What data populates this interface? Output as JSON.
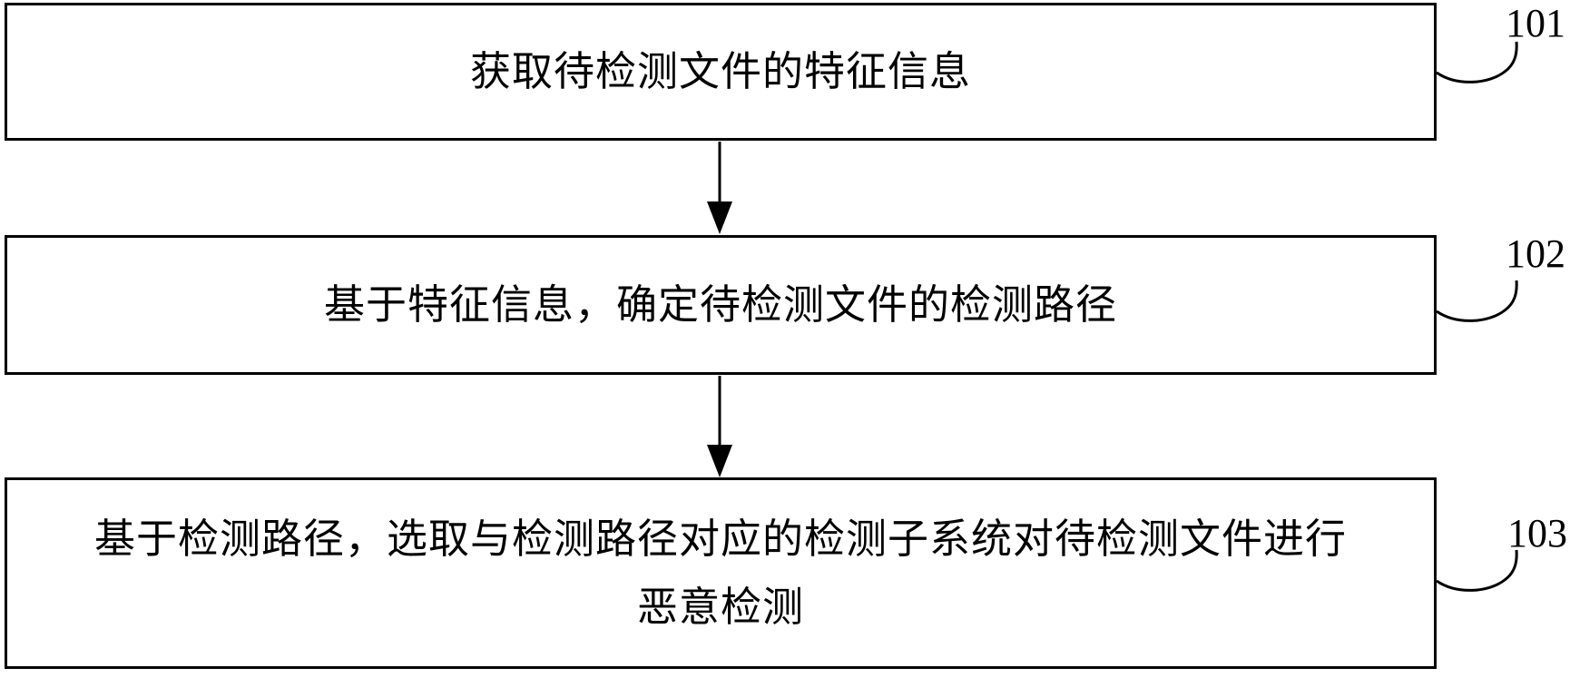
{
  "page": {
    "background_color": "#ffffff",
    "line_color": "#000000"
  },
  "diagram": {
    "type": "flowchart",
    "direction": "top-down",
    "steps": [
      {
        "ref": "101",
        "text": "获取待检测文件的特征信息"
      },
      {
        "ref": "102",
        "text": "基于特征信息，确定待检测文件的检测路径"
      },
      {
        "ref": "103",
        "text": "基于检测路径，选取与检测路径对应的检测子系统对待检测文件进行恶意检测"
      }
    ],
    "connectors": [
      {
        "from": "101",
        "to": "102",
        "style": "solid-arrow-down"
      },
      {
        "from": "102",
        "to": "103",
        "style": "solid-arrow-down"
      }
    ]
  }
}
